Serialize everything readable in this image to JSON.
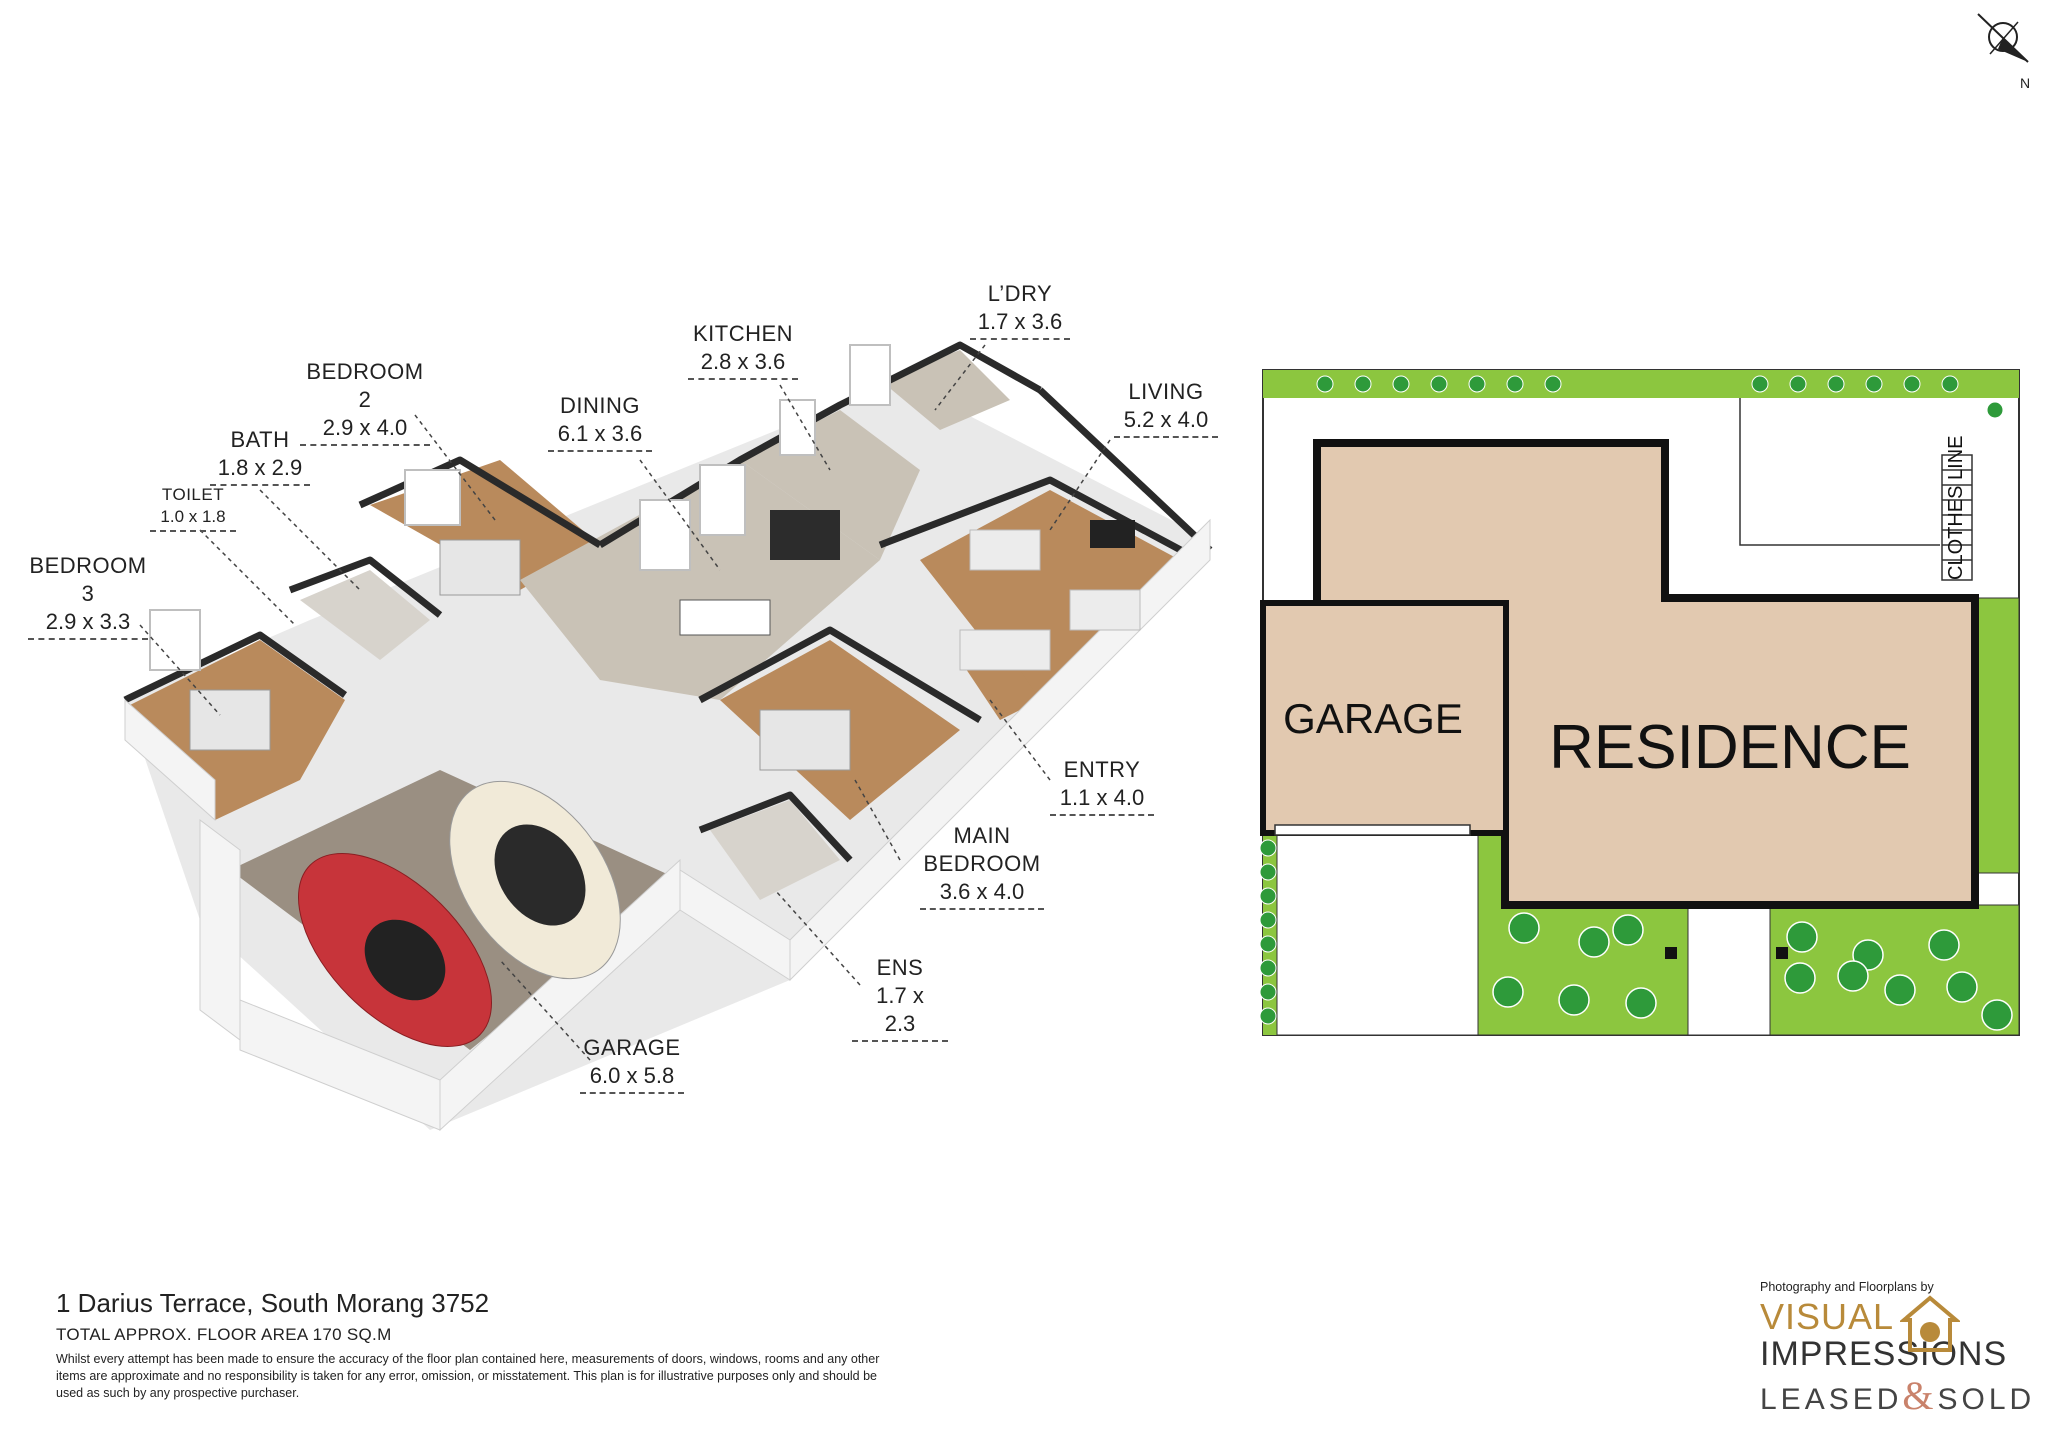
{
  "compass": {
    "label": "N"
  },
  "rooms": [
    {
      "id": "bedroom3",
      "name": "BEDROOM 3",
      "dims": "2.9 x 3.3"
    },
    {
      "id": "toilet",
      "name": "TOILET",
      "dims": "1.0 x 1.8"
    },
    {
      "id": "bath",
      "name": "BATH",
      "dims": "1.8 x 2.9"
    },
    {
      "id": "bedroom2",
      "name": "BEDROOM 2",
      "dims": "2.9 x 4.0"
    },
    {
      "id": "dining",
      "name": "DINING",
      "dims": "6.1 x 3.6"
    },
    {
      "id": "kitchen",
      "name": "KITCHEN",
      "dims": "2.8 x 3.6"
    },
    {
      "id": "laundry",
      "name": "L’DRY",
      "dims": "1.7 x 3.6"
    },
    {
      "id": "living",
      "name": "LIVING",
      "dims": "5.2 x 4.0"
    },
    {
      "id": "entry",
      "name": "ENTRY",
      "dims": "1.1 x 4.0"
    },
    {
      "id": "main",
      "name": "MAIN\nBEDROOM",
      "dims": "3.6 x 4.0"
    },
    {
      "id": "ens",
      "name": "ENS",
      "dims": "1.7 x 2.3"
    },
    {
      "id": "garage",
      "name": "GARAGE",
      "dims": "6.0 x 5.8"
    }
  ],
  "site_plan": {
    "garage_label": "GARAGE",
    "residence_label": "RESIDENCE",
    "clothes_line_label": "CLOTHES LINE",
    "colors": {
      "building": "#e2c9b0",
      "lawn": "#8cc63f",
      "tree": "#2e9a3a",
      "wall": "#111111"
    }
  },
  "footer": {
    "address": "1 Darius Terrace, South Morang 3752",
    "area": "TOTAL APPROX. FLOOR AREA 170 SQ.M",
    "disclaimer": "Whilst every attempt has been made to ensure the accuracy of the floor plan contained here, measurements of doors, windows, rooms and any other items are approximate and no responsibility is taken for any error, omission, or misstatement. This plan is for illustrative purposes only and should be used as such by any prospective purchaser."
  },
  "branding": {
    "credit": "Photography and Floorplans by",
    "brand_line1": "VISUAL",
    "brand_line2": "IMPRESSIONS",
    "agency_left": "LEASED",
    "agency_amp": "&",
    "agency_right": "SOLD"
  }
}
